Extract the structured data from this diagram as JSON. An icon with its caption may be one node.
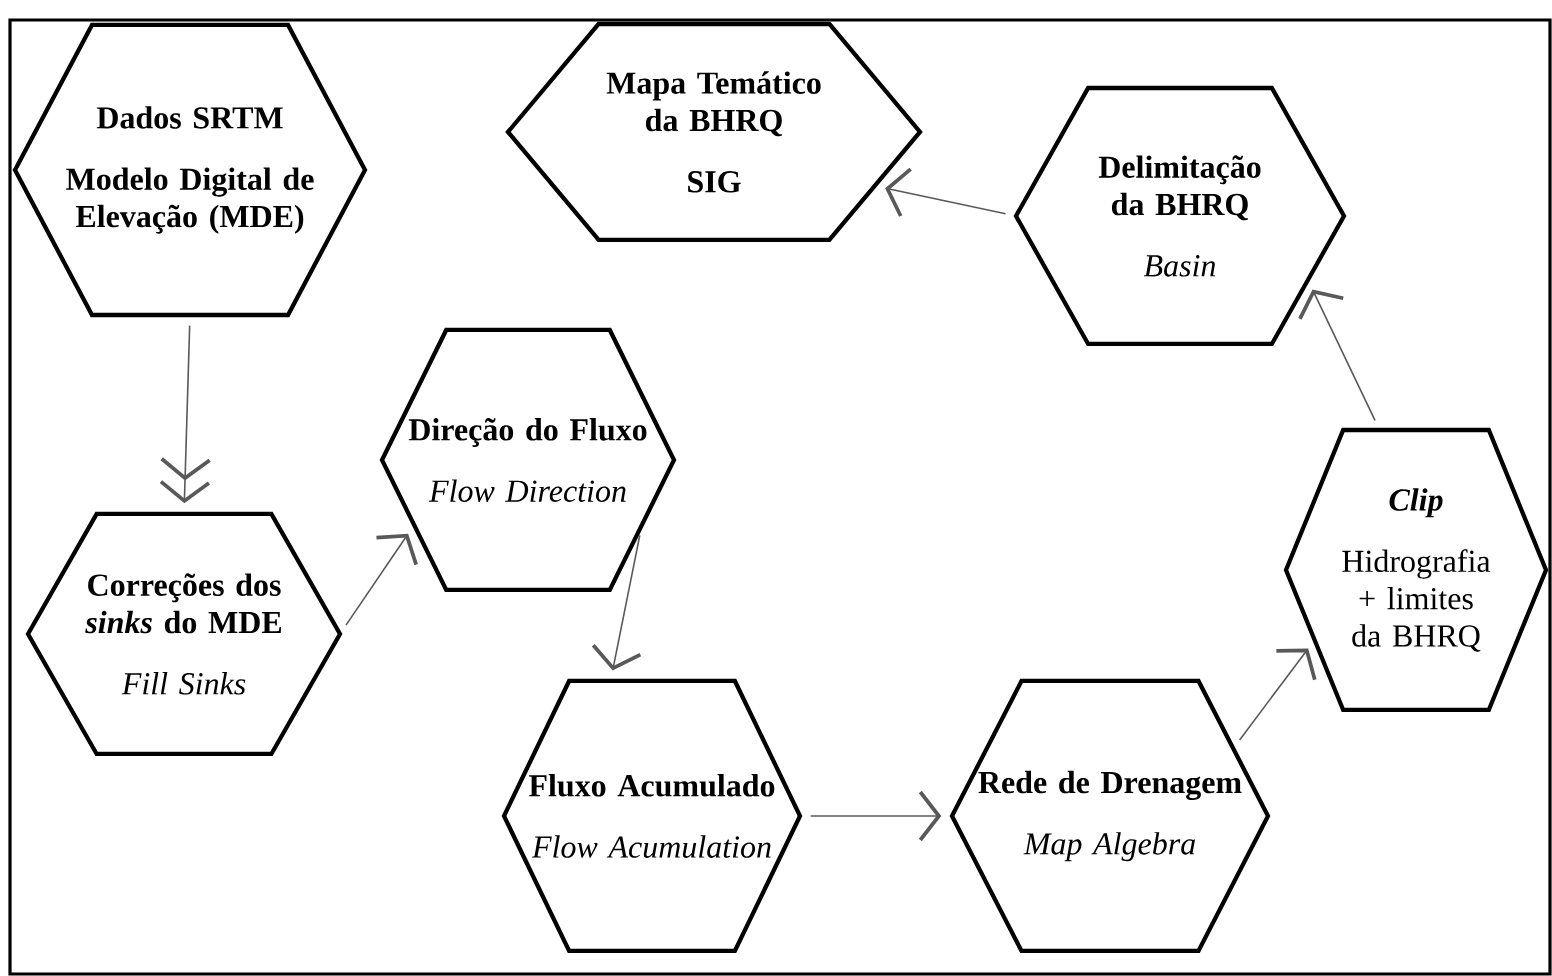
{
  "diagram": {
    "nodes": [
      {
        "text": [
          "Dados SRTM",
          "Modelo Digital de Elevação (MDE)"
        ]
      },
      {
        "text": [
          "Mapa Temático da BHRQ",
          "SIG"
        ]
      },
      {
        "text": [
          "Delimitação da BHRQ",
          "Basin"
        ]
      },
      {
        "text": [
          "Direção do Fluxo",
          "Flow Direction"
        ]
      },
      {
        "text": [
          "Correções dos *sinks* do MDE",
          "Fill Sinks"
        ]
      },
      {
        "text": [
          "Clip",
          "Hidrografia + limites da BHRQ"
        ]
      },
      {
        "text": [
          "Fluxo Acumulado",
          "Flow Acumulation"
        ]
      },
      {
        "text": [
          "Rede de Drenagem",
          "Map Algebra"
        ]
      }
    ],
    "edges": [
      {
        "from": 0,
        "to": 4,
        "arrow": "to"
      },
      {
        "from": 4,
        "to": 3,
        "arrow": "to"
      },
      {
        "from": 3,
        "to": 6,
        "arrow": "to"
      },
      {
        "from": 6,
        "to": 7,
        "arrow": "to"
      },
      {
        "from": 7,
        "to": 5,
        "arrow": "to"
      },
      {
        "from": 5,
        "to": 2,
        "arrow": "to"
      },
      {
        "from": 2,
        "to": 1,
        "arrow": "to"
      }
    ]
  }
}
